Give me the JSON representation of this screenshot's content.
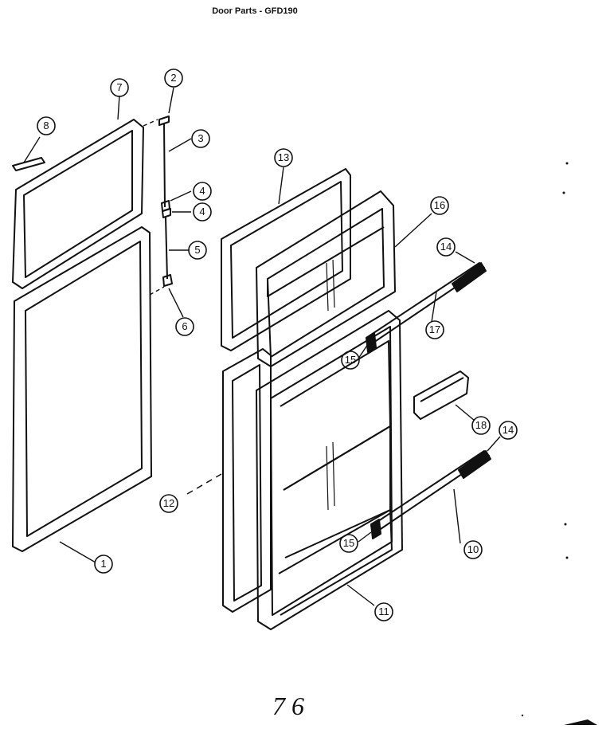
{
  "title": "Door Parts - GFD190",
  "page_number": "7 6",
  "callouts": [
    {
      "id": "c1",
      "label": "1"
    },
    {
      "id": "c2",
      "label": "2"
    },
    {
      "id": "c3",
      "label": "3"
    },
    {
      "id": "c4a",
      "label": "4"
    },
    {
      "id": "c4b",
      "label": "4"
    },
    {
      "id": "c5",
      "label": "5"
    },
    {
      "id": "c6",
      "label": "6"
    },
    {
      "id": "c7",
      "label": "7"
    },
    {
      "id": "c8",
      "label": "8"
    },
    {
      "id": "c10",
      "label": "10"
    },
    {
      "id": "c11",
      "label": "11"
    },
    {
      "id": "c12",
      "label": "12"
    },
    {
      "id": "c13",
      "label": "13"
    },
    {
      "id": "c14a",
      "label": "14"
    },
    {
      "id": "c14b",
      "label": "14"
    },
    {
      "id": "c15a",
      "label": "15"
    },
    {
      "id": "c15b",
      "label": "15"
    },
    {
      "id": "c16",
      "label": "16"
    },
    {
      "id": "c17",
      "label": "17"
    },
    {
      "id": "c18",
      "label": "18"
    }
  ]
}
